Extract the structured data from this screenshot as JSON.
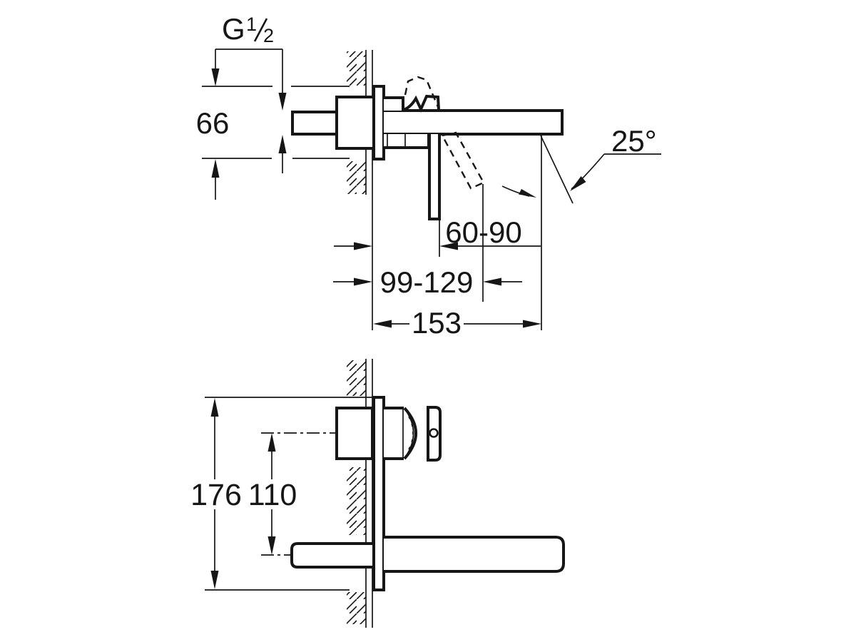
{
  "meta": {
    "type": "technical-installation-drawing",
    "subject": "wall-mounted two-hole basin mixer, side section view (top) and front view (bottom)",
    "background_color": "#ffffff",
    "line_color": "#161616"
  },
  "labels": {
    "thread_g": "G",
    "thread_numerator": "1",
    "thread_denominator": "2",
    "dim_66": "66",
    "dim_25deg": "25°",
    "dim_60_90": "60-90",
    "dim_99_129": "99-129",
    "dim_153": "153",
    "dim_176": "176",
    "dim_110": "110"
  },
  "dimensions_mm": {
    "supply_thread": "G 1/2",
    "concealed_body_height": 66,
    "spout_stream_angle_deg": 25,
    "lever_to_spout_tip_range": "60-90",
    "wall_to_open_lever_range": "99-129",
    "spout_projection": 153,
    "wall_plate_height": 176,
    "spout_to_handle_spacing": 110
  }
}
